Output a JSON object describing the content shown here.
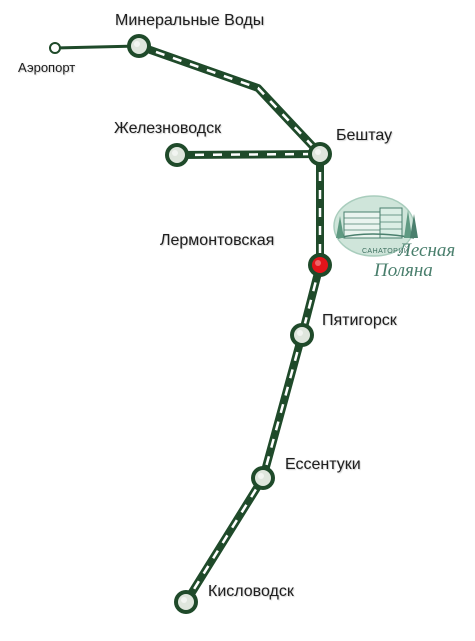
{
  "map": {
    "line_color": "#1f4a2a",
    "dash_color": "#ffffff",
    "station_fill": "#dfe6dd",
    "station_ring": "#1f4a2a",
    "current_station_color": "#e3141a",
    "stations": [
      {
        "id": "airport",
        "label": "Аэропорт"
      },
      {
        "id": "mineralnye-vody",
        "label": "Минеральные Воды"
      },
      {
        "id": "zheleznovodsk",
        "label": "Железноводск"
      },
      {
        "id": "beshtau",
        "label": "Бештау"
      },
      {
        "id": "lermontovskaya",
        "label": "Лермонтовская",
        "current": true
      },
      {
        "id": "pyatigorsk",
        "label": "Пятигорск"
      },
      {
        "id": "essentuki",
        "label": "Ессентуки"
      },
      {
        "id": "kislovodsk",
        "label": "Кисловодск"
      }
    ]
  },
  "logo": {
    "prefix": "САНАТОРИЙ",
    "name_line1": "Лесная",
    "name_line2": "Поляна",
    "color": "#4a7f6d"
  }
}
